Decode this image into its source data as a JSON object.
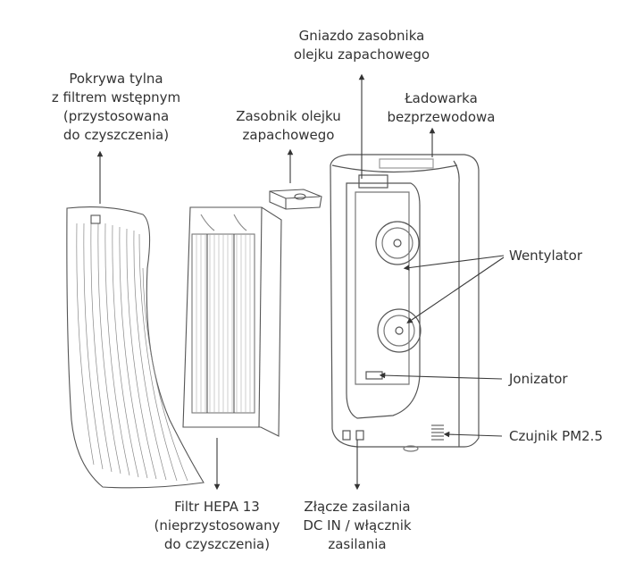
{
  "labels": {
    "back_cover": [
      "Pokrywa tylna",
      "z filtrem wstępnym",
      "(przystosowana",
      "do czyszczenia)"
    ],
    "aroma_container": [
      "Zasobnik olejku",
      "zapachowego"
    ],
    "aroma_socket": [
      "Gniazdo zasobnika",
      "olejku zapachowego"
    ],
    "wireless_charger": [
      "Ładowarka",
      "bezprzewodowa"
    ],
    "fan": [
      "Wentylator"
    ],
    "ionizer": [
      "Jonizator"
    ],
    "pm_sensor": [
      "Czujnik PM2.5"
    ],
    "hepa_filter": [
      "Filtr HEPA 13",
      "(nieprzystosowany",
      "do czyszczenia)"
    ],
    "power_connector": [
      "Złącze zasilania",
      "DC IN / włącznik",
      "zasilania"
    ]
  },
  "colors": {
    "line": "#3a3a3a",
    "text": "#333333",
    "outline": "#555555"
  }
}
